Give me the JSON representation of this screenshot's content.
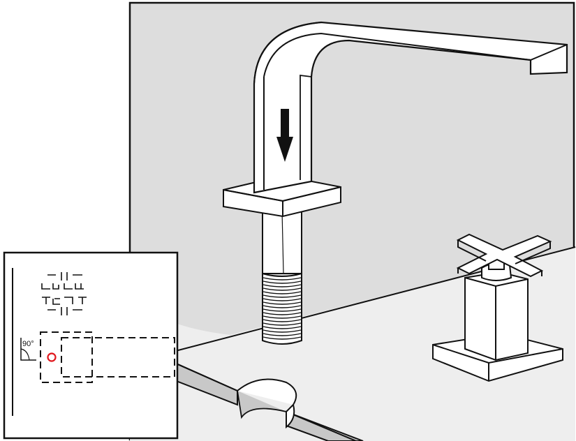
{
  "figure": {
    "inset": {
      "angle_label": "90°"
    },
    "colors": {
      "background": "#ffffff",
      "wall": "#dddddd",
      "counter_top": "#eeeeee",
      "counter_edge": "#c8c8c8",
      "line": "#111111",
      "marker": "#e0161b"
    },
    "icons": [
      "install-direction-arrow",
      "alignment-marker"
    ]
  }
}
